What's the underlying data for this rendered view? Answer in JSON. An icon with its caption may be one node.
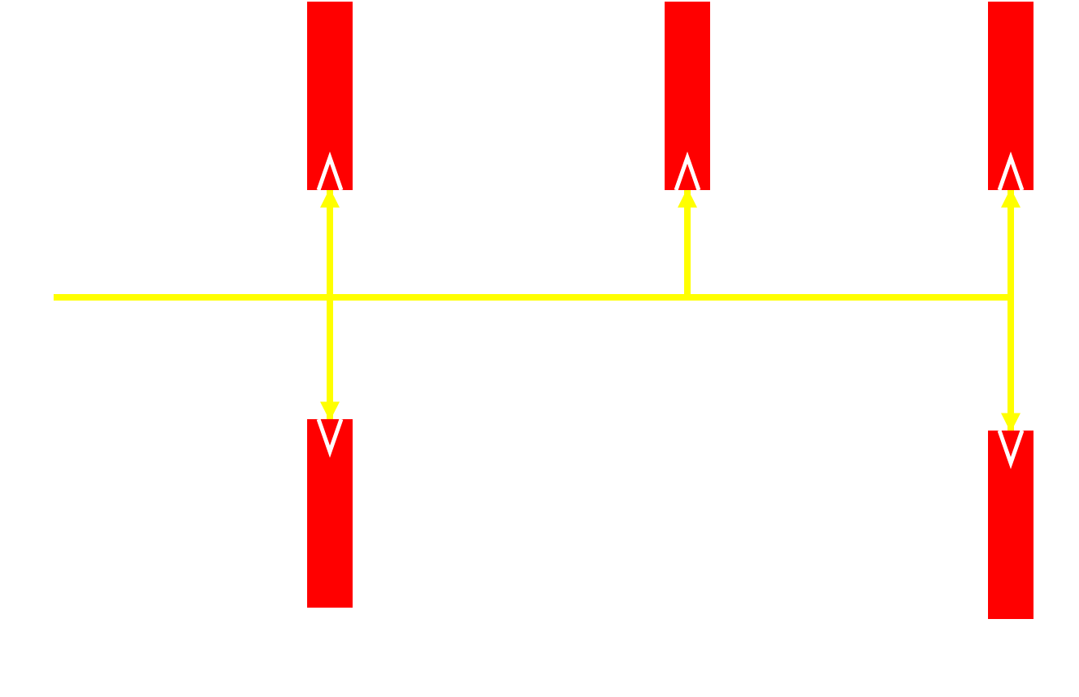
{
  "diagram": {
    "nodes": [
      {
        "text": [],
        "shape": "bar"
      },
      {
        "text": [],
        "shape": "bar"
      },
      {
        "text": [],
        "shape": "bar"
      },
      {
        "text": [],
        "shape": "bar"
      },
      {
        "text": [],
        "shape": "bar"
      }
    ],
    "edges": [
      {
        "from": null,
        "to": 0,
        "arrow": "to"
      },
      {
        "from": null,
        "to": 1,
        "arrow": "to"
      },
      {
        "from": null,
        "to": 2,
        "arrow": "to"
      },
      {
        "from": null,
        "to": 3,
        "arrow": "to"
      },
      {
        "from": null,
        "to": 4,
        "arrow": "to"
      }
    ]
  }
}
